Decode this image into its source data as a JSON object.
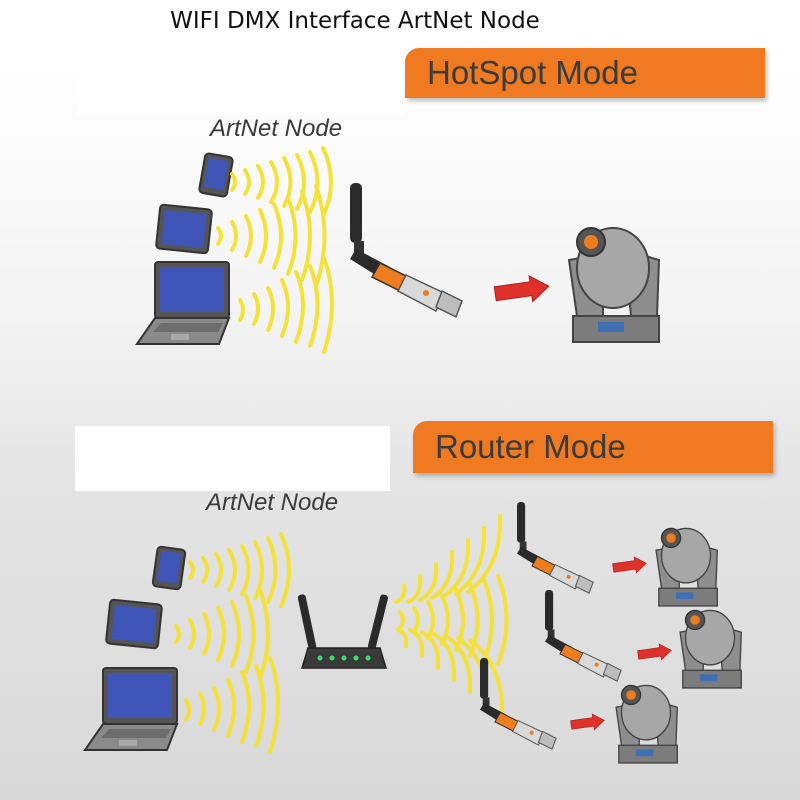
{
  "title": "WIFI DMX Interface ArtNet Node",
  "hotspot": {
    "banner_label": "HotSpot Mode",
    "node_label": "ArtNet Node"
  },
  "router": {
    "banner_label": "Router Mode",
    "node_label": "ArtNet Node"
  },
  "colors": {
    "banner": "#ef7a22",
    "wifi_waves": "#f4e23a",
    "arrow": "#e0302a",
    "device_screen": "#3f56b8",
    "dongle_orange": "#ee7d20"
  },
  "icons": [
    "smartphone-icon",
    "tablet-icon",
    "laptop-icon",
    "wifi-dongle-icon",
    "moving-head-light-icon",
    "router-icon",
    "arrow-right-icon"
  ]
}
